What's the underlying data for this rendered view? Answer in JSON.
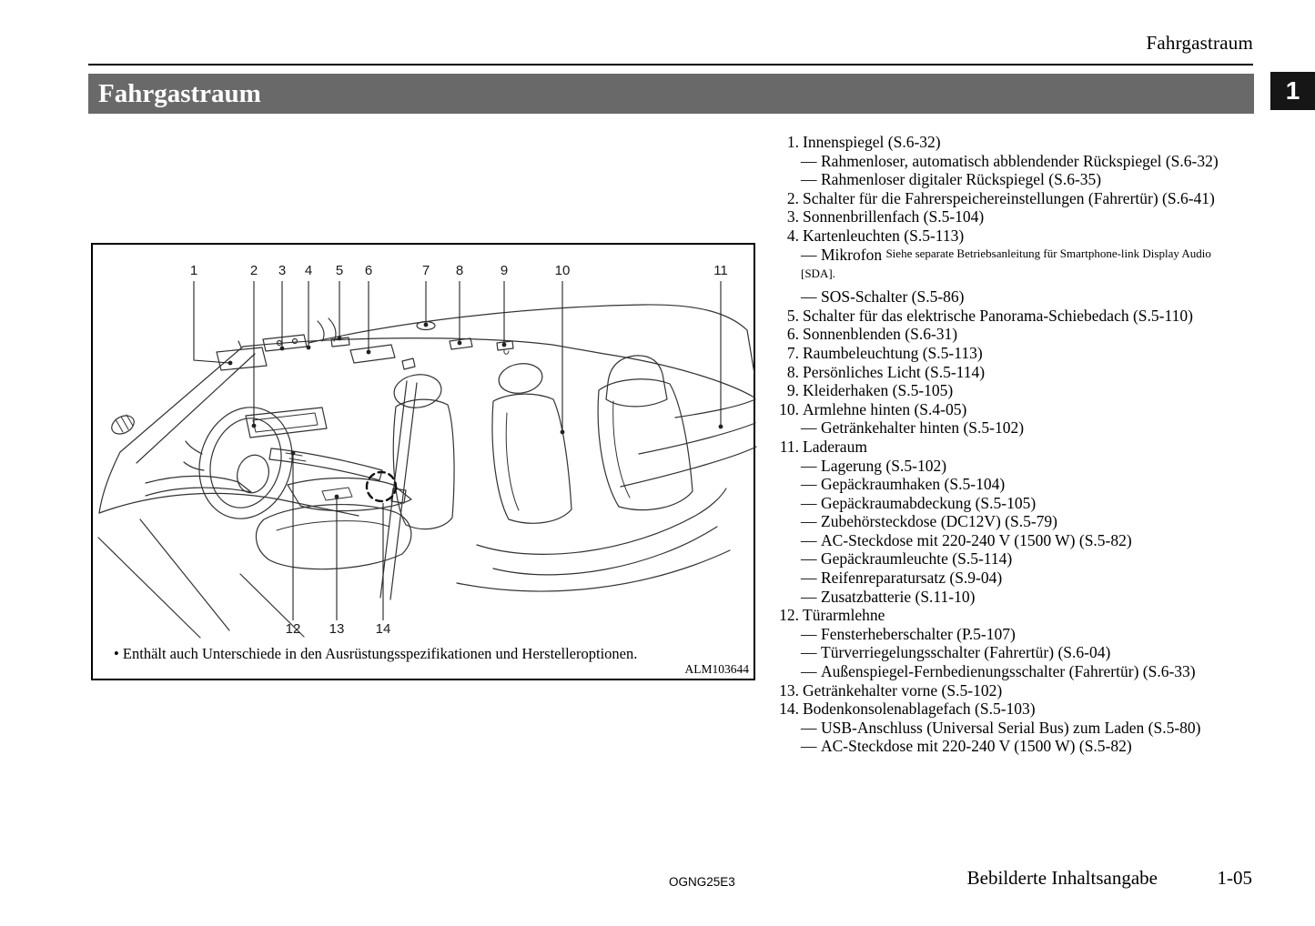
{
  "colors": {
    "banner_bg": "#696969",
    "tab_bg": "#161616"
  },
  "header": {
    "running_title": "Fahrgastraum",
    "chapter_tab": "1"
  },
  "banner": {
    "title": "Fahrgastraum"
  },
  "figure": {
    "callouts": {
      "top": [
        "1",
        "2",
        "3",
        "4",
        "5",
        "6",
        "7",
        "8",
        "9",
        "10",
        "11"
      ],
      "bottom": [
        "12",
        "13",
        "14"
      ]
    },
    "caption_bullet": "•",
    "caption": "Enthält auch Unterschiede in den Ausrüstungsspezifikationen und Herstelleroptionen.",
    "image_code": "ALM103644"
  },
  "list": {
    "rows": [
      {
        "num": "1.",
        "text": "Innenspiegel (S.6-32)"
      },
      {
        "dash": "—",
        "text": "Rahmenloser, automatisch abblendender Rückspiegel (S.6-32)"
      },
      {
        "dash": "—",
        "text": "Rahmenloser digitaler Rückspiegel (S.6-35)"
      },
      {
        "num": "2.",
        "text": "Schalter für die Fahrerspeichereinstellungen (Fahrertür) (S.6-41)"
      },
      {
        "num": "3.",
        "text": "Sonnenbrillenfach (S.5-104)"
      },
      {
        "num": "4.",
        "text": "Kartenleuchten (S.5-113)"
      },
      {
        "dash": "—",
        "text": "Mikrofon",
        "small": "Siehe separate Betriebsanleitung für Smartphone-link Display Audio",
        "small2": "[SDA]."
      },
      {
        "dash": "—",
        "text": "SOS-Schalter (S.5-86)",
        "gap": true
      },
      {
        "num": "5.",
        "text": "Schalter für das elektrische Panorama-Schiebedach (S.5-110)"
      },
      {
        "num": "6.",
        "text": "Sonnenblenden (S.6-31)"
      },
      {
        "num": "7.",
        "text": "Raumbeleuchtung (S.5-113)"
      },
      {
        "num": "8.",
        "text": "Persönliches Licht (S.5-114)"
      },
      {
        "num": "9.",
        "text": "Kleiderhaken (S.5-105)"
      },
      {
        "num": "10.",
        "text": "Armlehne hinten (S.4-05)"
      },
      {
        "dash": "—",
        "text": "Getränkehalter hinten (S.5-102)"
      },
      {
        "num": "11.",
        "text": "Laderaum"
      },
      {
        "dash": "—",
        "text": "Lagerung (S.5-102)"
      },
      {
        "dash": "—",
        "text": "Gepäckraumhaken (S.5-104)"
      },
      {
        "dash": "—",
        "text": "Gepäckraumabdeckung (S.5-105)"
      },
      {
        "dash": "—",
        "text": "Zubehörsteckdose (DC12V) (S.5-79)"
      },
      {
        "dash": "—",
        "text": "AC-Steckdose mit 220-240 V (1500 W) (S.5-82)"
      },
      {
        "dash": "—",
        "text": "Gepäckraumleuchte (S.5-114)"
      },
      {
        "dash": "—",
        "text": "Reifenreparatursatz (S.9-04)"
      },
      {
        "dash": "—",
        "text": "Zusatzbatterie (S.11-10)"
      },
      {
        "num": "12.",
        "text": "Türarmlehne"
      },
      {
        "dash": "—",
        "text": "Fensterheberschalter (P.5-107)"
      },
      {
        "dash": "—",
        "text": "Türverriegelungsschalter (Fahrertür) (S.6-04)"
      },
      {
        "dash": "—",
        "text": "Außenspiegel-Fernbedienungsschalter (Fahrertür) (S.6-33)"
      },
      {
        "num": "13.",
        "text": "Getränkehalter vorne (S.5-102)"
      },
      {
        "num": "14.",
        "text": "Bodenkonsolenablagefach (S.5-103)"
      },
      {
        "dash": "—",
        "text": "USB-Anschluss (Universal Serial Bus) zum Laden (S.5-80)"
      },
      {
        "dash": "—",
        "text": "AC-Steckdose mit 220-240 V (1500 W) (S.5-82)"
      }
    ]
  },
  "footer": {
    "doc_code": "OGNG25E3",
    "section_title": "Bebilderte Inhaltsangabe",
    "page_number": "1-05"
  }
}
